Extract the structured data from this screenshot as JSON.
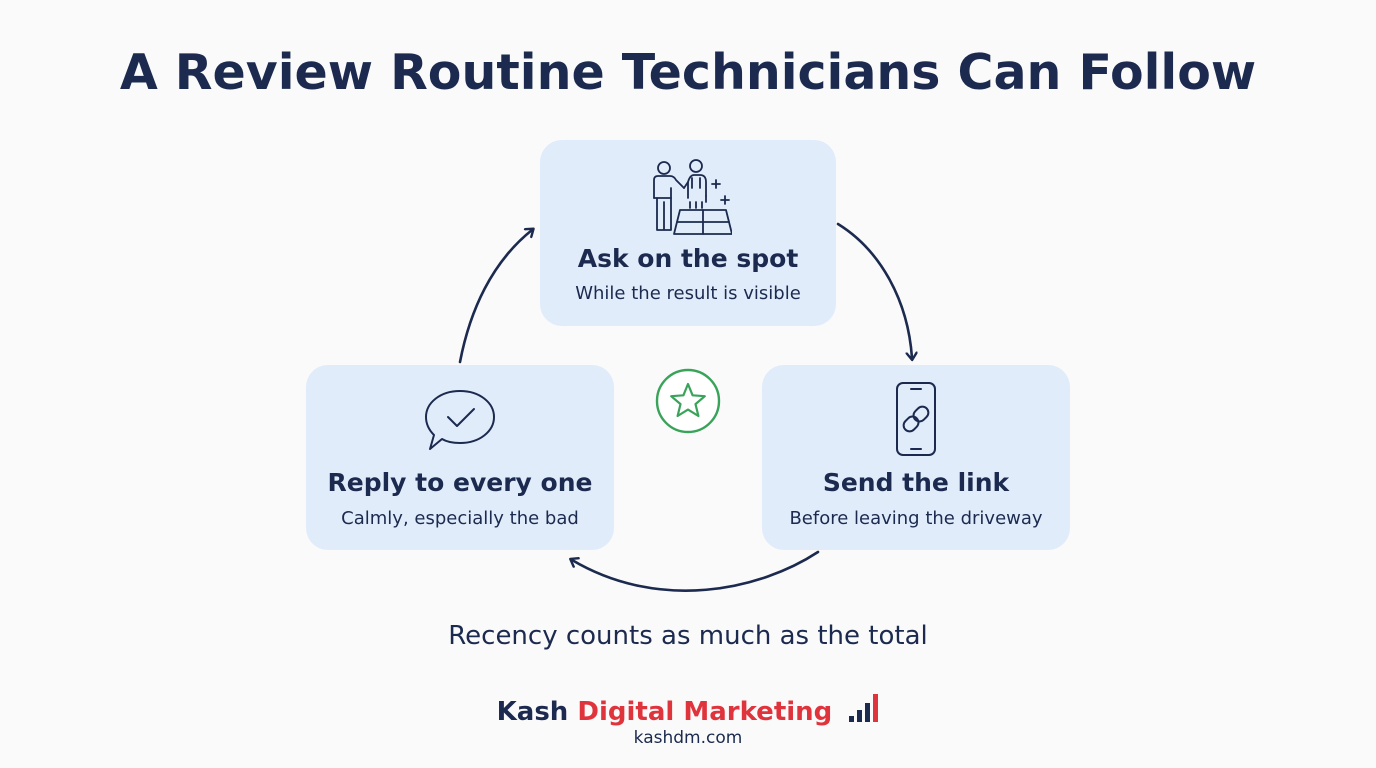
{
  "title": "A Review Routine Technicians Can Follow",
  "steps": [
    {
      "title": "Ask on the spot",
      "subtitle": "While the result is visible",
      "icon": "technicians-handshake-icon"
    },
    {
      "title": "Send the link",
      "subtitle": "Before leaving the driveway",
      "icon": "phone-link-icon"
    },
    {
      "title": "Reply to every one",
      "subtitle": "Calmly, especially the bad",
      "icon": "chat-check-icon"
    }
  ],
  "center_icon": "star-icon",
  "footnote": "Recency counts as much as the total",
  "brand": {
    "name_part1": "Kash",
    "name_part2": "Digital Marketing",
    "website": "kashdm.com"
  },
  "colors": {
    "background": "#fafafa",
    "navy": "#1b2a4e",
    "card": "#e1ecfb",
    "brand_red": "#e0343d",
    "star_green": "#3aa35a"
  }
}
